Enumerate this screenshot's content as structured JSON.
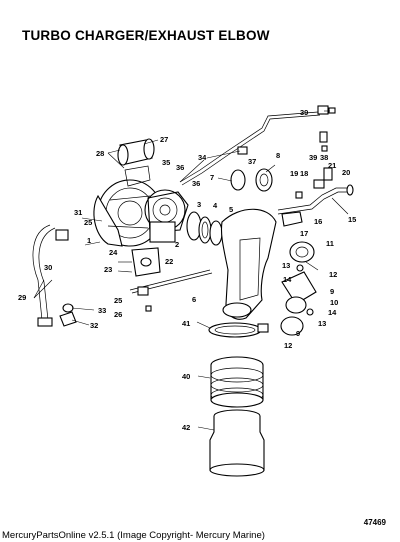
{
  "title": "TURBO CHARGER/EXHAUST ELBOW",
  "figure_number": "47469",
  "footer": "MercuryPartsOnline v2.5.1 (Image Copyright- Mercury Marine)",
  "callouts": [
    "1",
    "2",
    "3",
    "4",
    "5",
    "6",
    "7",
    "8",
    "9",
    "10",
    "11",
    "12",
    "13",
    "14",
    "15",
    "16",
    "17",
    "18",
    "19",
    "20",
    "21",
    "22",
    "23",
    "24",
    "25",
    "26",
    "27",
    "28",
    "29",
    "30",
    "31",
    "32",
    "33",
    "34",
    "35",
    "36",
    "37",
    "38",
    "39",
    "40",
    "41",
    "42"
  ]
}
